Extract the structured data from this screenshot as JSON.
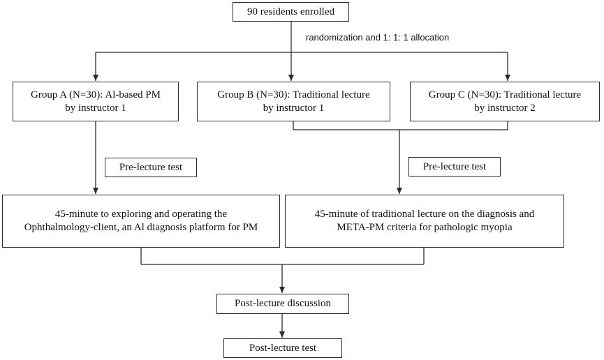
{
  "flowchart": {
    "enrolled": "90 residents enrolled",
    "randomization": "randomization and 1: 1: 1 allocation",
    "group_a": {
      "line1": "Group A (N=30): Al-based PM",
      "line2": "by instructor 1"
    },
    "group_b": {
      "line1": "Group B (N=30): Traditional lecture",
      "line2": "by instructor 1"
    },
    "group_c": {
      "line1": "Group C (N=30): Traditional lecture",
      "line2": "by instructor 2"
    },
    "pre_test_left": "Pre-lecture test",
    "pre_test_right": "Pre-lecture test",
    "ai_session": {
      "line1": "45-minute to exploring and operating the",
      "line2": "Ophthalmology-client, an Al diagnosis platform for PM"
    },
    "lecture_session": {
      "line1": "45-minute of traditional lecture on the diagnosis and",
      "line2": "META-PM criteria for pathologic myopia"
    },
    "discussion": "Post-lecture discussion",
    "post_test": "Post-lecture test"
  }
}
